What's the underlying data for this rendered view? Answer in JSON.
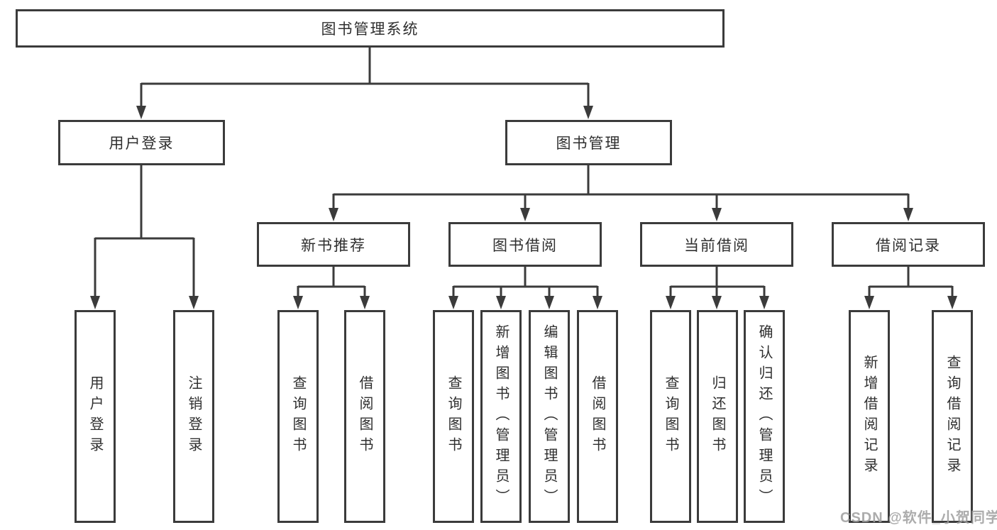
{
  "tree": {
    "root": "图书管理系统",
    "user_login": {
      "label": "用户登录",
      "children": [
        "用户登录",
        "注销登录"
      ]
    },
    "book_mgmt": {
      "label": "图书管理",
      "sections": {
        "new_book_rec": {
          "label": "新书推荐",
          "children": [
            "查询图书",
            "借阅图书"
          ]
        },
        "book_borrow": {
          "label": "图书借阅",
          "children": [
            "查询图书",
            "新增图书（管理员）",
            "编辑图书（管理员）",
            "借阅图书"
          ]
        },
        "current_borrow": {
          "label": "当前借阅",
          "children": [
            "查询图书",
            "归还图书",
            "确认归还（管理员）"
          ]
        },
        "borrow_records": {
          "label": "借阅记录",
          "children": [
            "新增借阅记录",
            "查询借阅记录"
          ]
        }
      }
    }
  },
  "watermark": "CSDN @软件_小贺同学",
  "colors": {
    "line": "#3b3b3b",
    "text": "#2f2f2f",
    "background": "#ffffff",
    "watermark": "#9e9e9e"
  }
}
